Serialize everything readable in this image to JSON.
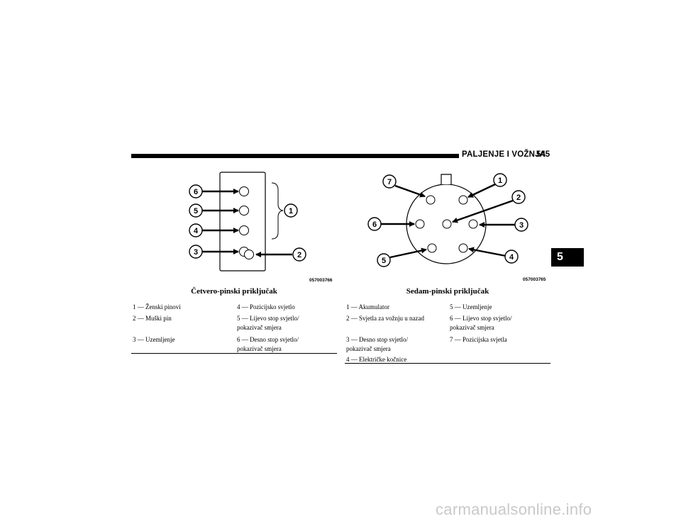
{
  "header": {
    "title": "PALJENJE I VOŽNJA",
    "page_number": "545"
  },
  "chapter_tab": "5",
  "figure_left": {
    "code": "057003766",
    "caption": "Četvero-pinski priključak",
    "callouts": [
      "6",
      "5",
      "4",
      "3",
      "1",
      "2"
    ],
    "legend": [
      [
        "1 — Ženski pinovi",
        "4 — Pozicijsko svjetlo"
      ],
      [
        "2 — Muški pin",
        "5 — Lijevo stop svjetlo/",
        "pokazivač smjera"
      ],
      [
        "3 — Uzemljenje",
        "6 — Desno stop svjetlo/",
        "pokazivač smjera"
      ]
    ]
  },
  "figure_right": {
    "code": "057003765",
    "caption": "Sedam-pinski priključak",
    "callouts": [
      "7",
      "1",
      "2",
      "6",
      "3",
      "5",
      "4"
    ],
    "legend": [
      [
        "1 — Akumulator",
        "5 — Uzemljenje"
      ],
      [
        "2 — Svjetla za vožnju u nazad",
        "6 — Lijevo stop svjetlo/",
        "pokazivač smjera"
      ],
      [
        "3 — Desno stop svjetlo/",
        "pokazivač smjera",
        "7 — Pozicijska svjetla"
      ],
      [
        "4 — Električke kočnice"
      ]
    ]
  },
  "watermark": "carmanualsonline.info"
}
